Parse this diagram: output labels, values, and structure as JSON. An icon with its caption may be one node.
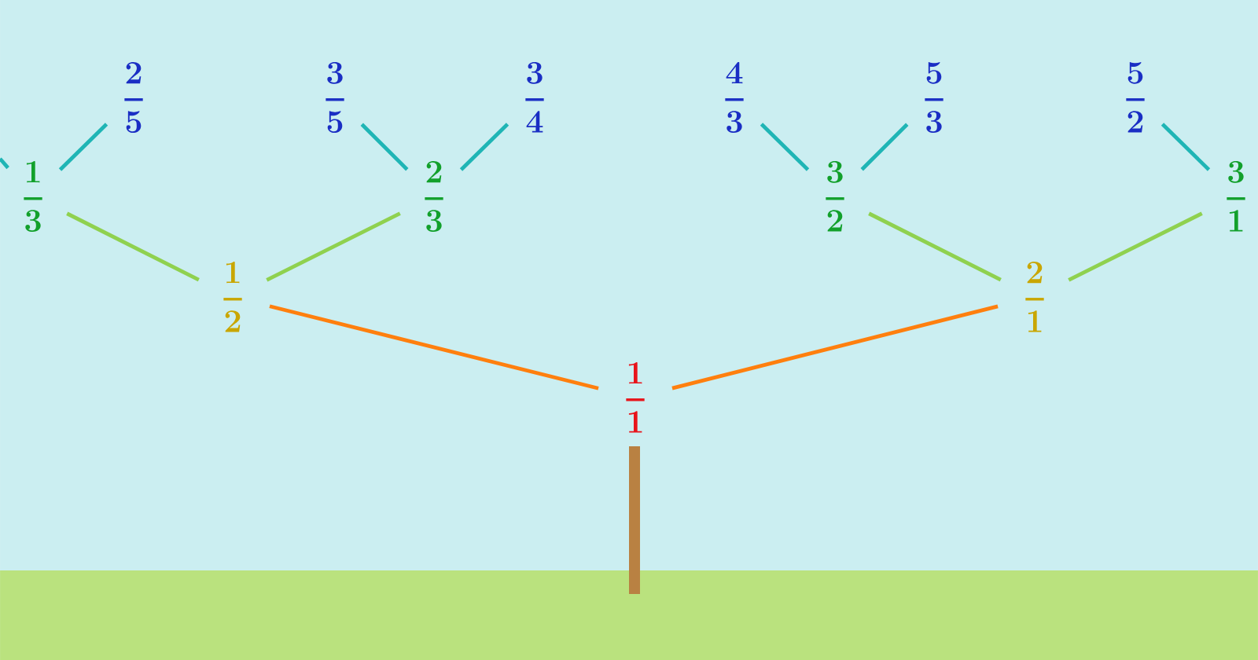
{
  "diagram": {
    "nodes": [
      {
        "text": [
          "\\frac{1}{1}"
        ]
      },
      {
        "text": [
          "\\frac{1}{2}"
        ]
      },
      {
        "text": [
          "\\frac{2}{1}"
        ]
      },
      {
        "text": [
          "\\frac{1}{3}"
        ]
      },
      {
        "text": [
          "\\frac{2}{3}"
        ]
      },
      {
        "text": [
          "\\frac{3}{2}"
        ]
      },
      {
        "text": [
          "\\frac{3}{1}"
        ]
      },
      {
        "text": [
          "\\frac{2}{5}"
        ]
      },
      {
        "text": [
          "\\frac{3}{5}"
        ]
      },
      {
        "text": [
          "\\frac{3}{4}"
        ]
      },
      {
        "text": [
          "\\frac{4}{3}"
        ]
      },
      {
        "text": [
          "\\frac{5}{3}"
        ]
      },
      {
        "text": [
          "\\frac{5}{2}"
        ]
      }
    ],
    "edges": [
      {
        "from": 0,
        "to": 1,
        "arrow": "none",
        "color": "#ff7f0e"
      },
      {
        "from": 0,
        "to": 2,
        "arrow": "none",
        "color": "#ff7f0e"
      },
      {
        "from": 1,
        "to": 3,
        "arrow": "none",
        "color": "#8fd14f"
      },
      {
        "from": 1,
        "to": 4,
        "arrow": "none",
        "color": "#8fd14f"
      },
      {
        "from": 2,
        "to": 5,
        "arrow": "none",
        "color": "#8fd14f"
      },
      {
        "from": 2,
        "to": 6,
        "arrow": "none",
        "color": "#8fd14f"
      },
      {
        "from": null,
        "to": 3,
        "arrow": "none"
      },
      {
        "from": 3,
        "to": 7,
        "arrow": "none"
      },
      {
        "from": 4,
        "to": 8,
        "arrow": "none"
      },
      {
        "from": 4,
        "to": 9,
        "arrow": "none"
      },
      {
        "from": 5,
        "to": 10,
        "arrow": "none"
      },
      {
        "from": 5,
        "to": 11,
        "arrow": "none"
      },
      {
        "from": 6,
        "to": 12,
        "arrow": "none"
      }
    ]
  }
}
